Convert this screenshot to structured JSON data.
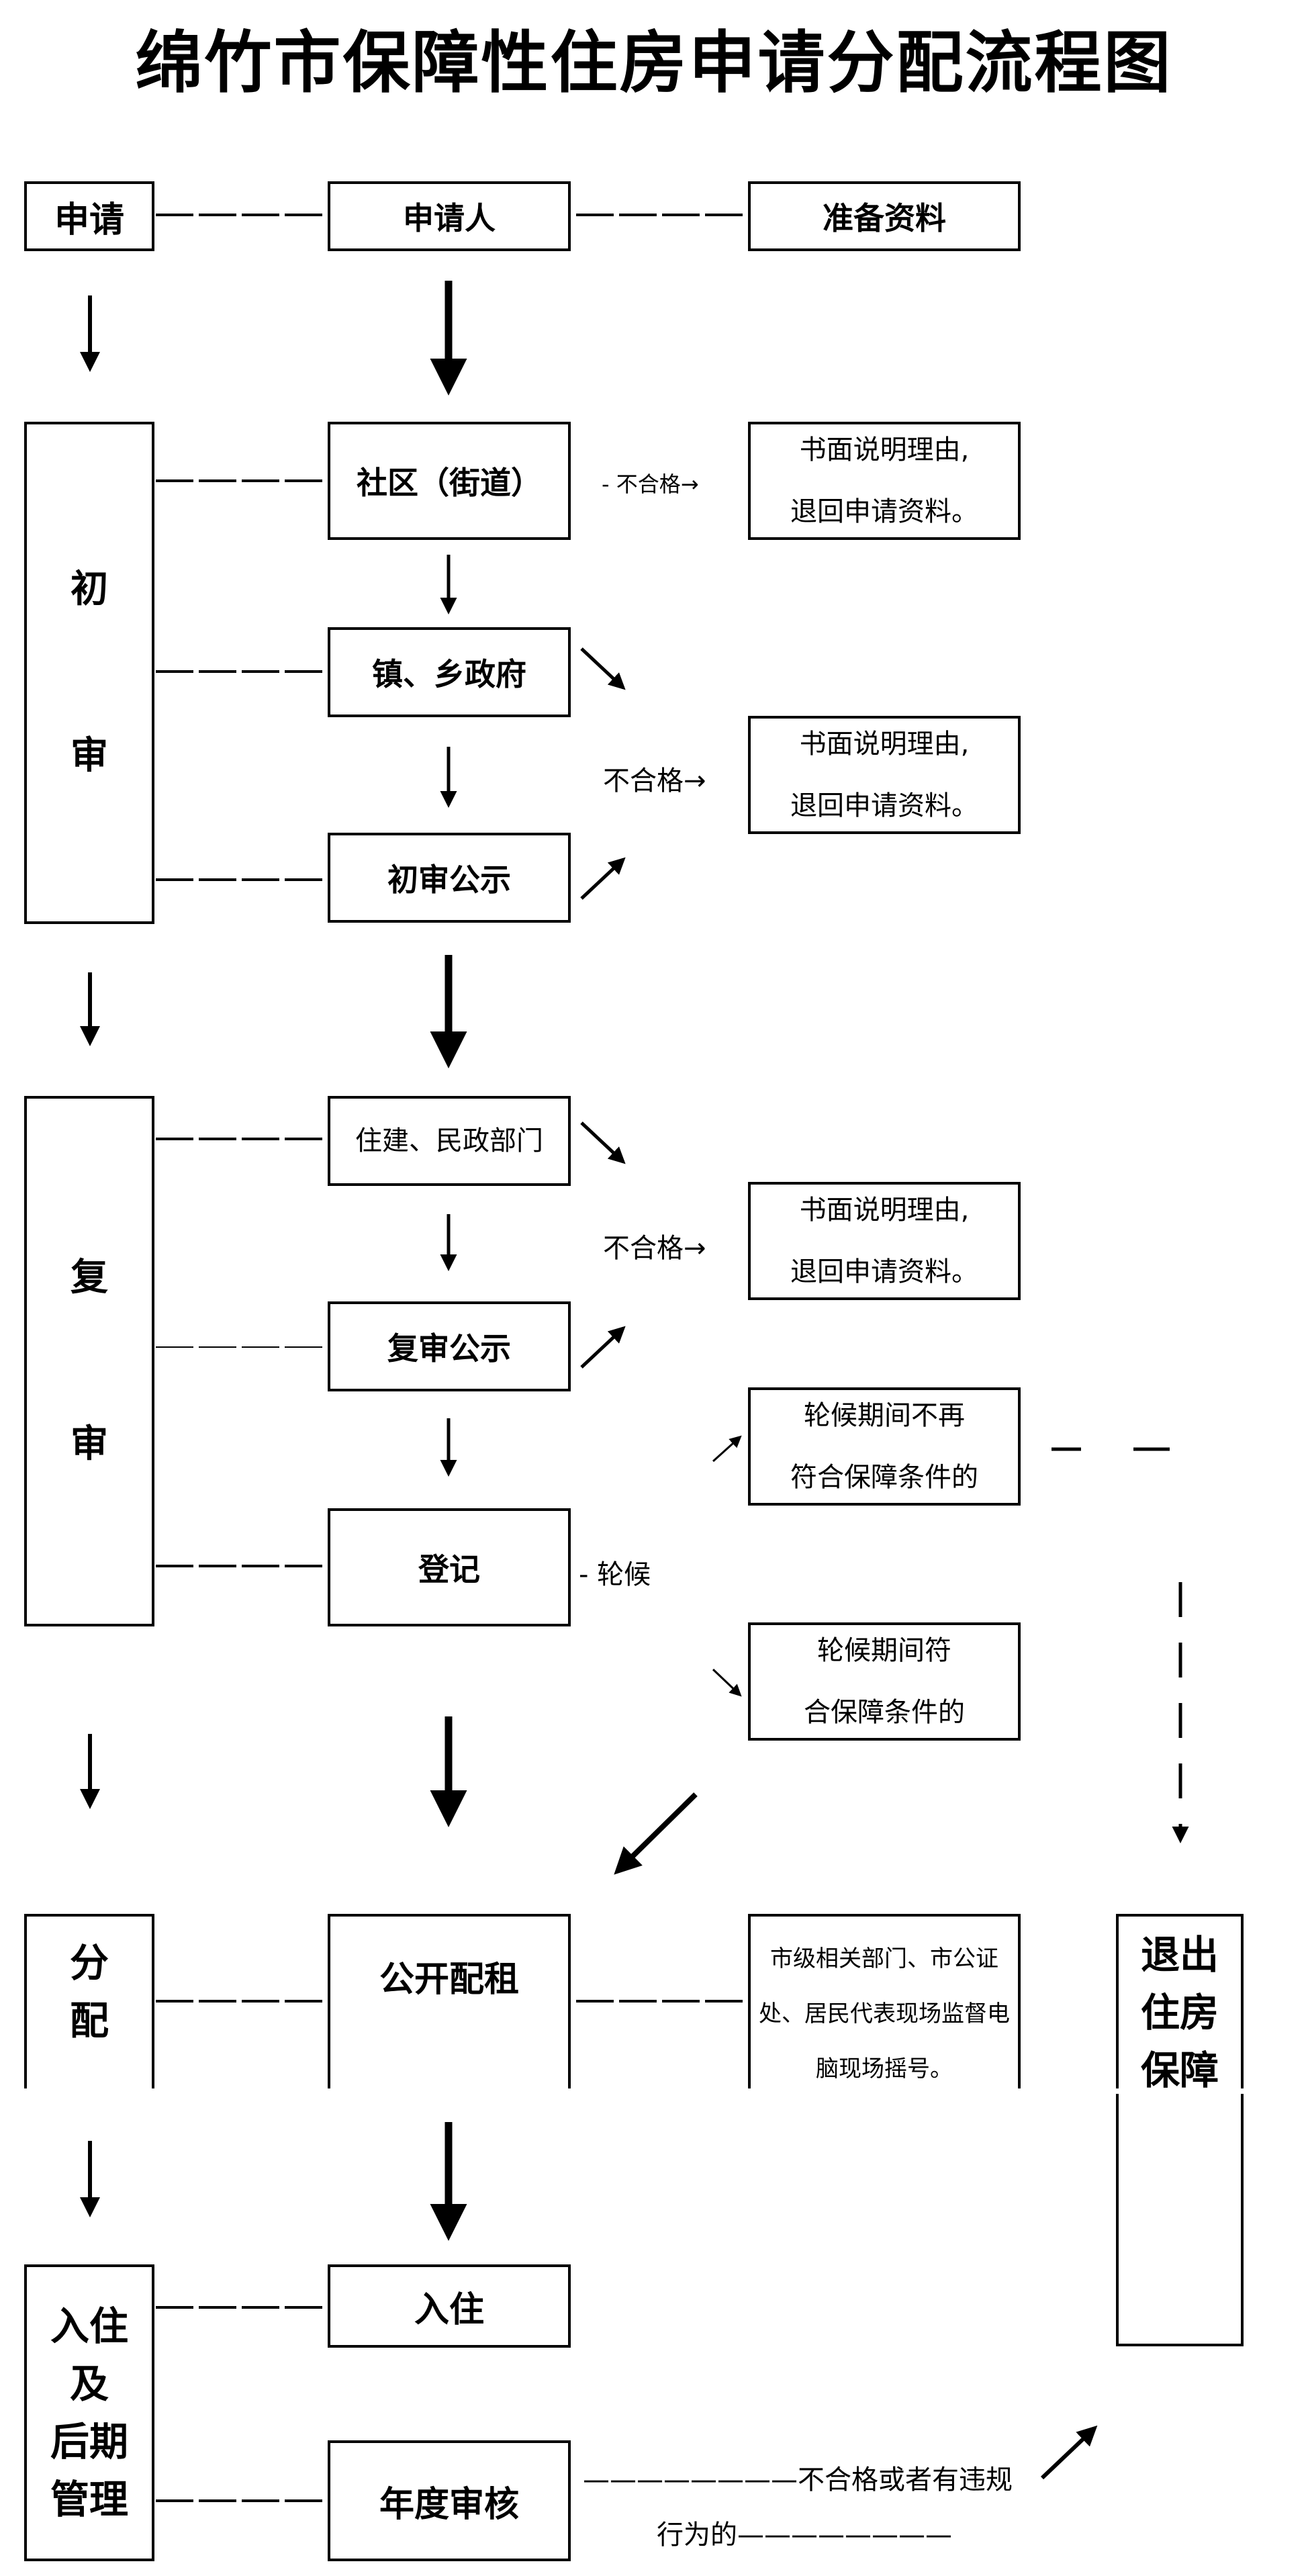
{
  "title": "绵竹市保障性住房申请分配流程图",
  "colors": {
    "line": "#000000",
    "background": "#ffffff"
  },
  "stages": {
    "apply": "申请",
    "initial_review": [
      "初",
      "审"
    ],
    "re_review": [
      "复",
      "审"
    ],
    "allocate": [
      "分",
      "配"
    ],
    "moving_in": [
      "入住",
      "及",
      "后期",
      "管理"
    ]
  },
  "nodes": {
    "applicant": "申请人",
    "prepare_docs": "准备资料",
    "community": "社区（街道）",
    "town_government": "镇、乡政府",
    "initial_publicity": "初审公示",
    "housing_civil_affairs": "住建、民政部门",
    "re_review_publicity": "复审公示",
    "register": "登记",
    "public_rental_allocation": "公开配租",
    "move_in": "入住",
    "annual_review": "年度审核",
    "exit_housing": [
      "退出",
      "住房",
      "保障"
    ]
  },
  "notes": {
    "reject_1": [
      "书面说明理由,",
      "退回申请资料。"
    ],
    "reject_2": [
      "书面说明理由,",
      "退回申请资料。"
    ],
    "reject_3": [
      "书面说明理由,",
      "退回申请资料。"
    ],
    "waiting_unqualified": [
      "轮候期间不再",
      "符合保障条件的"
    ],
    "waiting_qualified": [
      "轮候期间符",
      "合保障条件的"
    ],
    "lottery_supervision": [
      "市级相关部门、市公证",
      "处、居民代表现场监督电",
      "脑现场摇号。"
    ]
  },
  "edge_labels": {
    "unqualified_small": "- 不合格→",
    "unqualified_2": "不合格→",
    "unqualified_3": "不合格→",
    "waiting": "- 轮候",
    "annual_fail_line1": "————————不合格或者有违规",
    "annual_fail_line2": "行为的————————"
  }
}
